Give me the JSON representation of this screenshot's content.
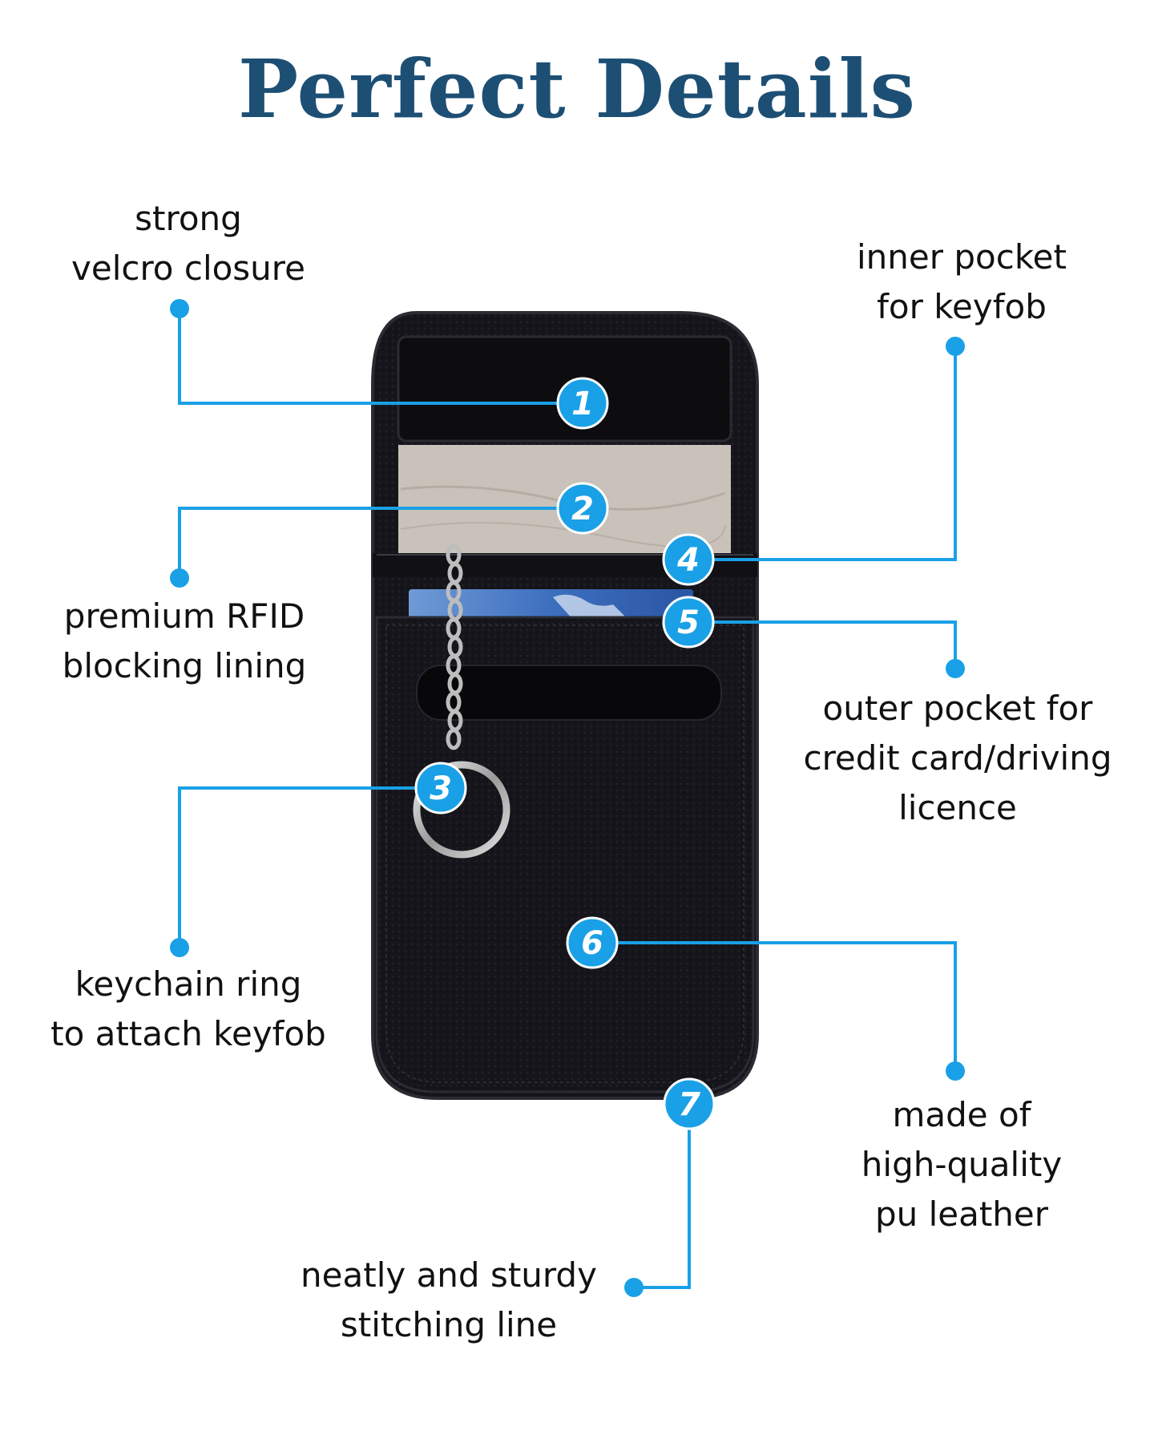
{
  "title": "Perfect Details",
  "colors": {
    "title": "#1d4f74",
    "accent": "#1aa0e6",
    "pouch": "#15151b",
    "lining": "#c9c2ba"
  },
  "features": [
    {
      "number": "1",
      "lines": [
        "strong",
        "velcro closure"
      ]
    },
    {
      "number": "2",
      "lines": [
        "premium RFID",
        "blocking lining"
      ]
    },
    {
      "number": "3",
      "lines": [
        "keychain ring",
        "to attach keyfob"
      ]
    },
    {
      "number": "4",
      "lines": [
        "inner pocket",
        "for keyfob"
      ]
    },
    {
      "number": "5",
      "lines": [
        "outer pocket for",
        "credit card/driving",
        "licence"
      ]
    },
    {
      "number": "6",
      "lines": [
        "made of",
        "high-quality",
        "pu leather"
      ]
    },
    {
      "number": "7",
      "lines": [
        "neatly and sturdy",
        "stitching line"
      ]
    }
  ]
}
